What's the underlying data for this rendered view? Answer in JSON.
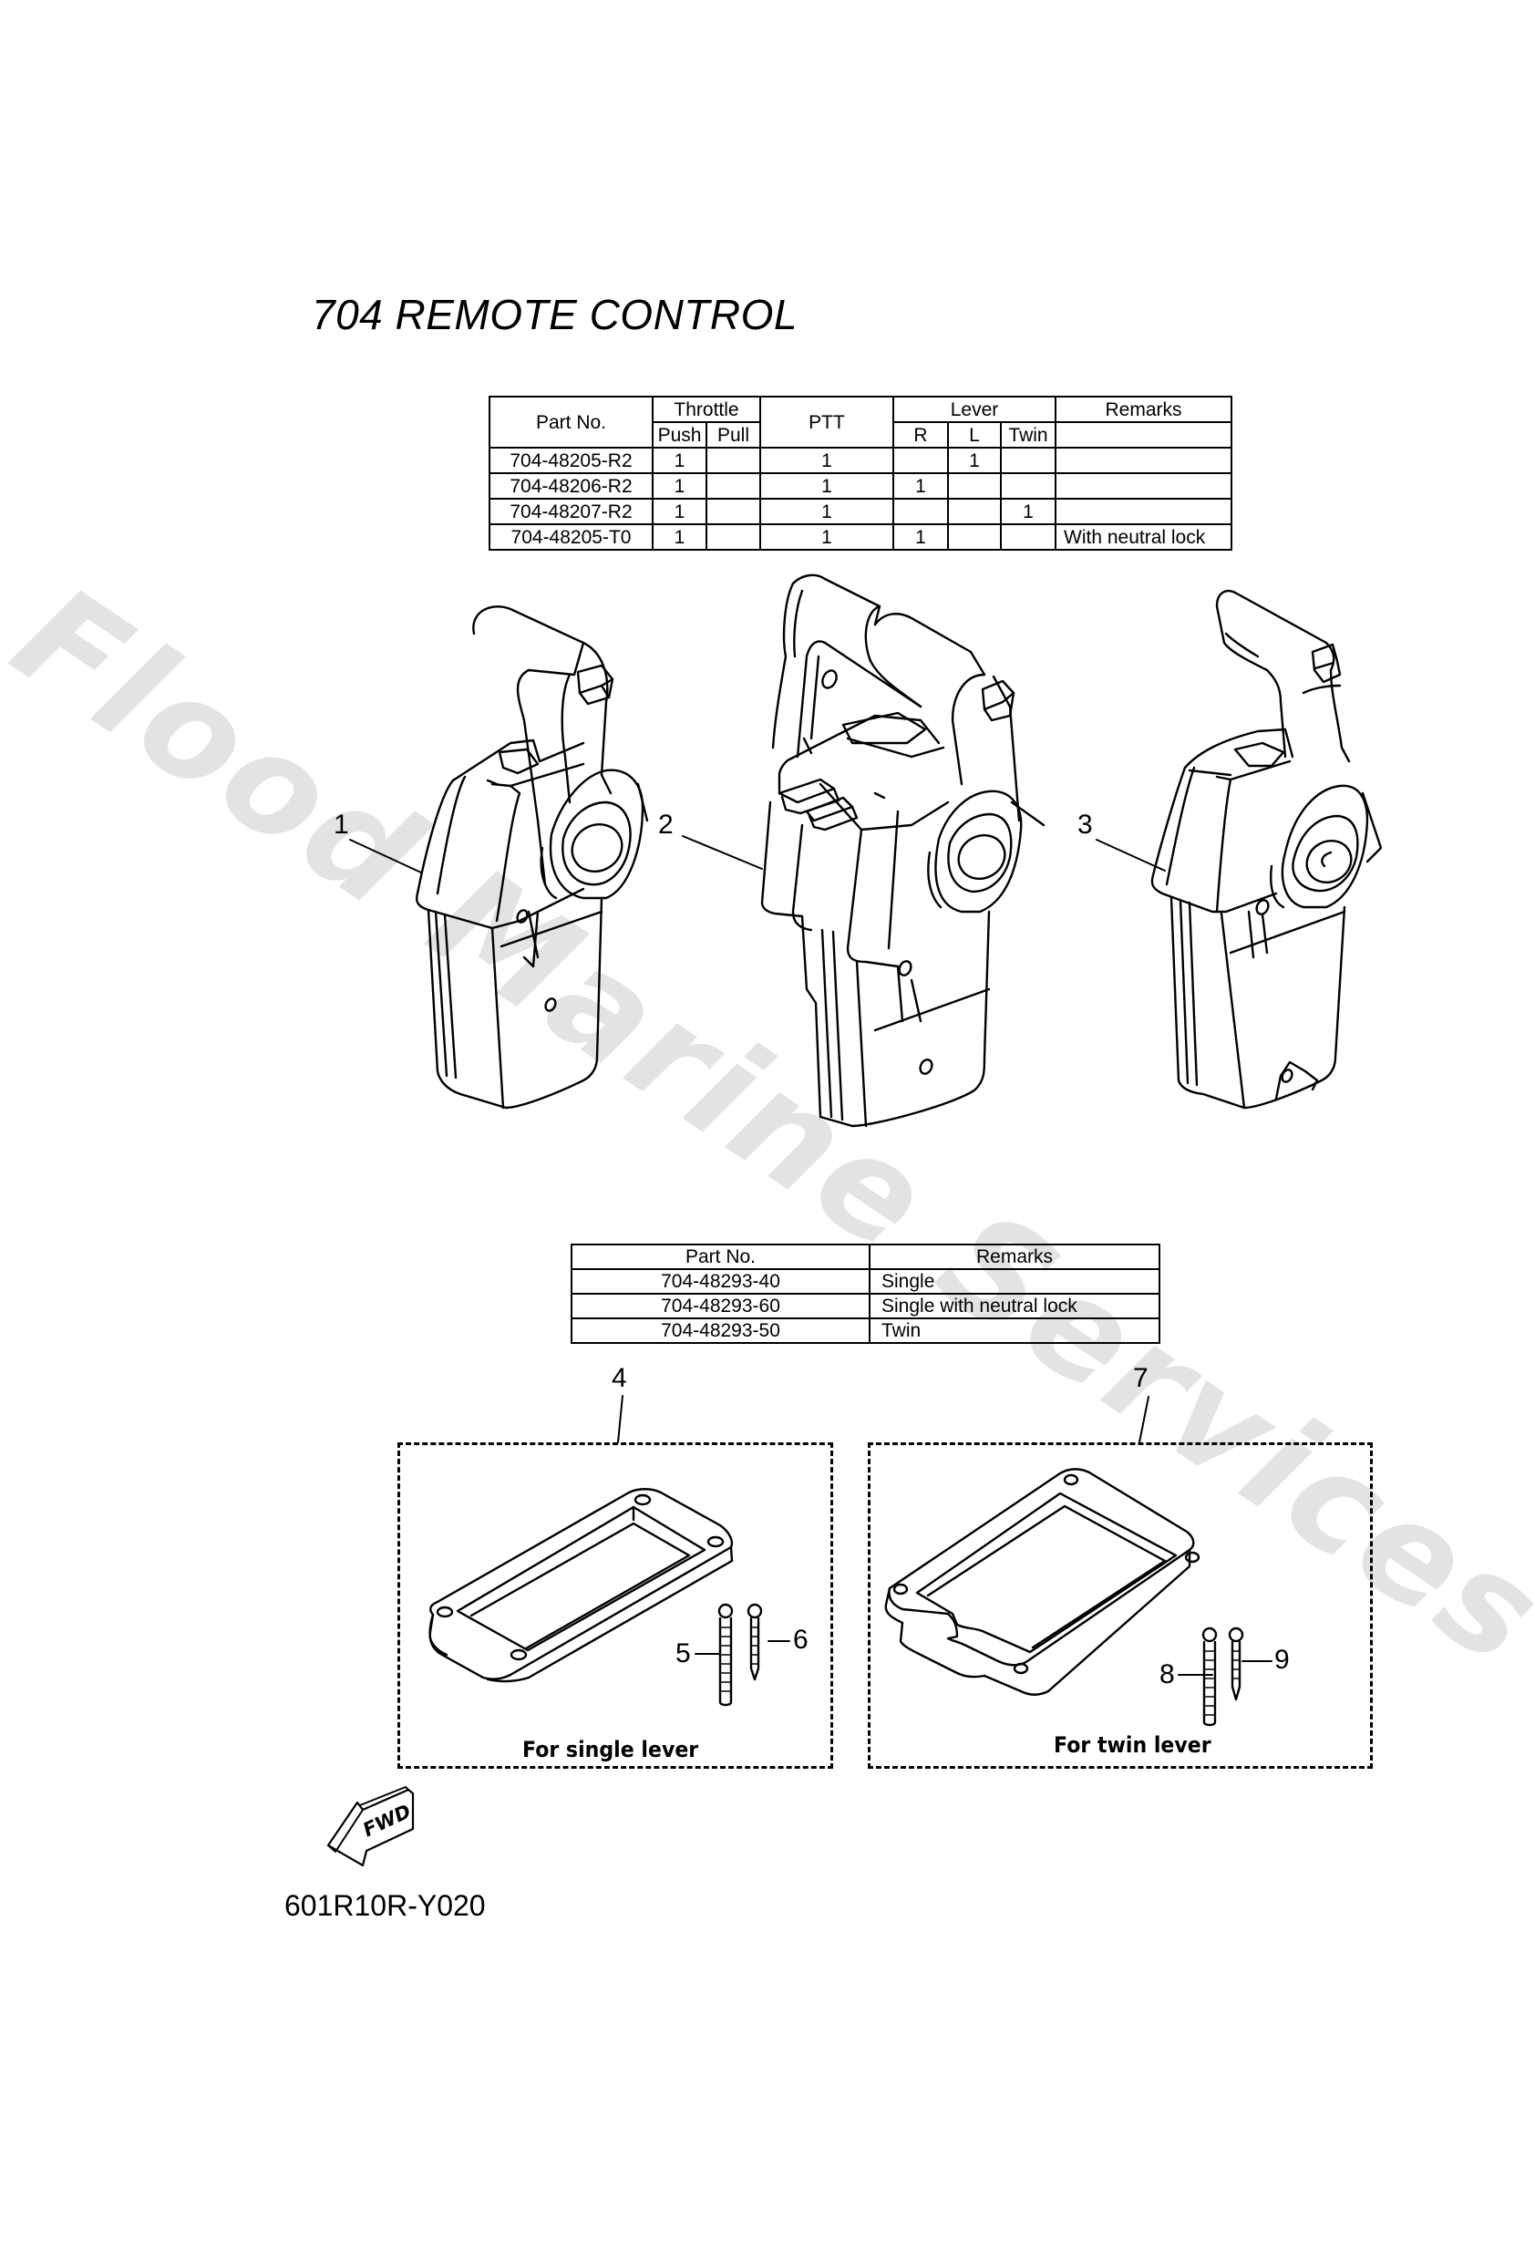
{
  "watermark": "Flood Marine Services",
  "title": "704 REMOTE CONTROL",
  "remote_control_table": {
    "headers": {
      "part_no": "Part No.",
      "throttle": "Throttle",
      "push": "Push",
      "pull": "Pull",
      "ptt": "PTT",
      "lever": "Lever",
      "r": "R",
      "l": "L",
      "twin": "Twin",
      "remarks": "Remarks"
    },
    "rows": [
      {
        "part_no": "704-48205-R2",
        "push": "1",
        "pull": "",
        "ptt": "1",
        "r": "",
        "l": "1",
        "twin": "",
        "remarks": ""
      },
      {
        "part_no": "704-48206-R2",
        "push": "1",
        "pull": "",
        "ptt": "1",
        "r": "1",
        "l": "",
        "twin": "",
        "remarks": ""
      },
      {
        "part_no": "704-48207-R2",
        "push": "1",
        "pull": "",
        "ptt": "1",
        "r": "",
        "l": "",
        "twin": "1",
        "remarks": ""
      },
      {
        "part_no": "704-48205-T0",
        "push": "1",
        "pull": "",
        "ptt": "1",
        "r": "1",
        "l": "",
        "twin": "",
        "remarks": "With neutral lock"
      }
    ]
  },
  "gasket_table": {
    "headers": {
      "part_no": "Part No.",
      "remarks": "Remarks"
    },
    "rows": [
      {
        "part_no": "704-48293-40",
        "remarks": "Single"
      },
      {
        "part_no": "704-48293-60",
        "remarks": "Single with neutral lock"
      },
      {
        "part_no": "704-48293-50",
        "remarks": "Twin"
      }
    ]
  },
  "callouts": {
    "c1": "1",
    "c2": "2",
    "c3": "3",
    "c4": "4",
    "c5": "5",
    "c6": "6",
    "c7": "7",
    "c8": "8",
    "c9": "9"
  },
  "kits": {
    "single_caption": "For single lever",
    "twin_caption": "For twin lever"
  },
  "fwd_label": "FWD",
  "diagram_code": "601R10R-Y020"
}
